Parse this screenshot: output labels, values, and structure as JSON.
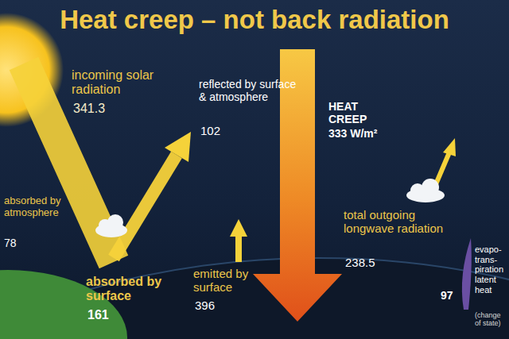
{
  "diagram": {
    "title": "Heat creep – not back radiation",
    "labels": [
      "incoming solar radiation",
      "341.3",
      "reflected by surface & atmosphere",
      "102",
      "HEAT CREEP",
      "333 W/m²",
      "absorbed by atmosphere",
      "78",
      "absorbed by surface",
      "161",
      "emitted by surface",
      "396",
      "total outgoing longwave radiation",
      "238.5",
      "97",
      "evapo- trans- piration latent heat",
      "(change of state)"
    ]
  }
}
